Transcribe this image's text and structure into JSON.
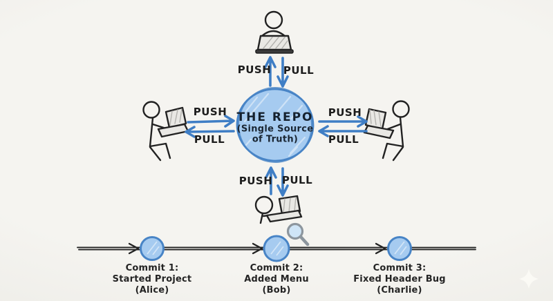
{
  "repo": {
    "title": "THE REPO",
    "subtitle1": "(Single Source",
    "subtitle2": "of Truth)"
  },
  "arrows": {
    "top": {
      "push": "PUSH",
      "pull": "PULL"
    },
    "left": {
      "push": "PUSH",
      "pull": "PULL"
    },
    "right": {
      "push": "PUSH",
      "pull": "PULL"
    },
    "bottom": {
      "push": "PUSH",
      "pull": "PULL"
    }
  },
  "timeline": {
    "commits": [
      {
        "title": "Commit 1:",
        "description": "Started Project",
        "author": "(Alice)"
      },
      {
        "title": "Commit 2:",
        "description": "Added Menu",
        "author": "(Bob)"
      },
      {
        "title": "Commit 3:",
        "description": "Fixed Header Bug",
        "author": "(Charlie)"
      }
    ]
  },
  "colors": {
    "background": "#f3f2ee",
    "node_fill": "#a6cbf0",
    "node_stroke": "#4884c6",
    "arrow_blue": "#3f7ec5",
    "ink": "#222222",
    "laptop_screen": "#e9e8e4",
    "laptop_hatch": "#b3b2ae",
    "laptop_base_dark": "#3a3a3a",
    "magnifier_rim": "#8d969e",
    "magnifier_lens": "#cfe5f7",
    "sparkle": "#fbfaf5",
    "hatch_white": "#ffffff"
  }
}
